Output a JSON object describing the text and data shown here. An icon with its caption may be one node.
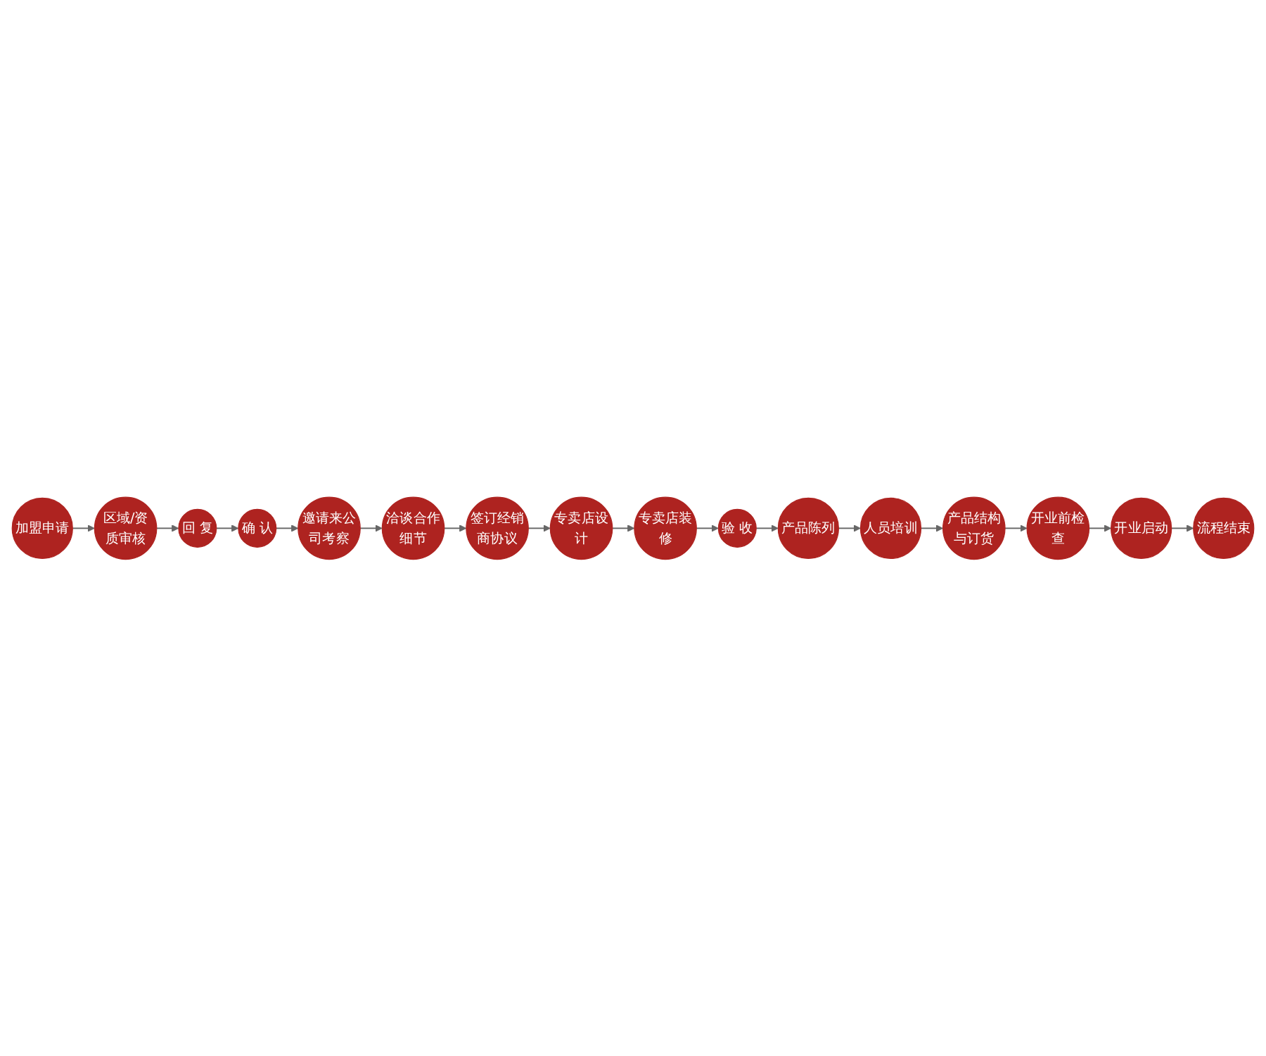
{
  "diagram": {
    "nodes": [
      {
        "text": [
          "加盟申请"
        ]
      },
      {
        "text": [
          "区域/资质审核"
        ]
      },
      {
        "text": [
          "回 复"
        ]
      },
      {
        "text": [
          "确 认"
        ]
      },
      {
        "text": [
          "邀请来公司考察"
        ]
      },
      {
        "text": [
          "洽谈合作细节"
        ]
      },
      {
        "text": [
          "签订经销商协议"
        ]
      },
      {
        "text": [
          "专卖店设计"
        ]
      },
      {
        "text": [
          "专卖店装修"
        ]
      },
      {
        "text": [
          "验 收"
        ]
      },
      {
        "text": [
          "产品陈列"
        ]
      },
      {
        "text": [
          "人员培训"
        ]
      },
      {
        "text": [
          "产品结构与订货"
        ]
      },
      {
        "text": [
          "开业前检查"
        ]
      },
      {
        "text": [
          "开业启动"
        ]
      },
      {
        "text": [
          "流程结束"
        ]
      }
    ],
    "edges": [
      {
        "from": 0,
        "to": 1,
        "arrow": "to"
      },
      {
        "from": 1,
        "to": 2,
        "arrow": "to"
      },
      {
        "from": 2,
        "to": 3,
        "arrow": "to"
      },
      {
        "from": 3,
        "to": 4,
        "arrow": "to"
      },
      {
        "from": 4,
        "to": 5,
        "arrow": "to"
      },
      {
        "from": 5,
        "to": 6,
        "arrow": "to"
      },
      {
        "from": 6,
        "to": 7,
        "arrow": "to"
      },
      {
        "from": 7,
        "to": 8,
        "arrow": "to"
      },
      {
        "from": 8,
        "to": 9,
        "arrow": "to"
      },
      {
        "from": 9,
        "to": 10,
        "arrow": "to"
      },
      {
        "from": 10,
        "to": 11,
        "arrow": "to"
      },
      {
        "from": 11,
        "to": 12,
        "arrow": "to"
      },
      {
        "from": 12,
        "to": 13,
        "arrow": "to"
      },
      {
        "from": 13,
        "to": 14,
        "arrow": "to"
      },
      {
        "from": 14,
        "to": 15,
        "arrow": "to"
      }
    ]
  }
}
